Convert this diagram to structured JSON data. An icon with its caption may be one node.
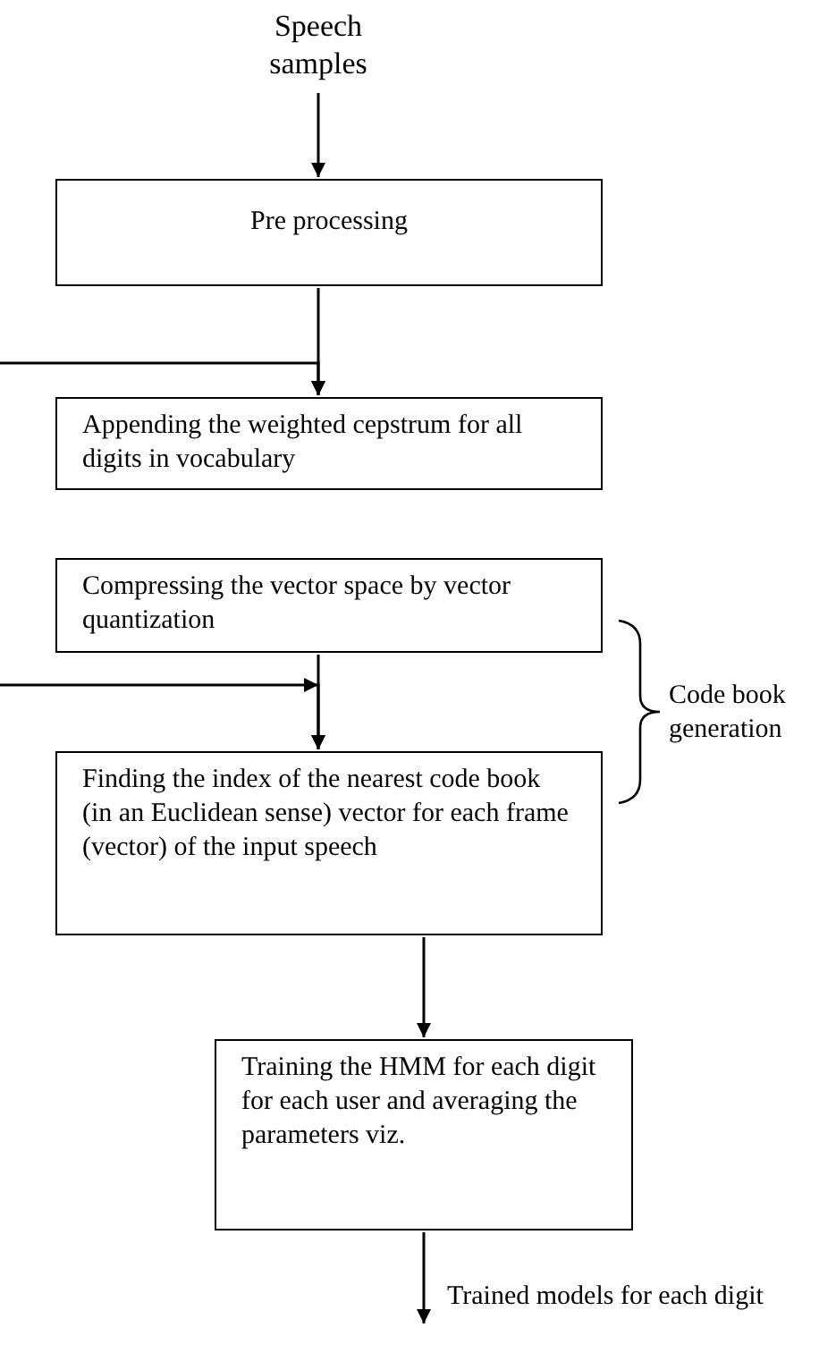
{
  "diagram": {
    "nodes": [
      {
        "text": [
          "Speech samples"
        ]
      },
      {
        "text": [
          "Pre processing"
        ]
      },
      {
        "text": [
          "Appending the weighted cepstrum for all digits in vocabulary"
        ]
      },
      {
        "text": [
          "Compressing the vector space by vector quantization"
        ]
      },
      {
        "text": [
          "Finding the index of the nearest code book (in an Euclidean sense) vector for each frame (vector) of the input speech"
        ]
      },
      {
        "text": [
          "Training the HMM for each digit for each user and averaging the parameters viz."
        ]
      }
    ],
    "edges": [
      {
        "from": 0,
        "to": 1,
        "arrow": "to"
      },
      {
        "from": 1,
        "to": 2,
        "arrow": "to"
      },
      {
        "from": null,
        "to": 2,
        "arrow": "to"
      },
      {
        "from": 3,
        "to": 4,
        "arrow": "to"
      },
      {
        "from": null,
        "to": 4,
        "arrow": "to"
      },
      {
        "from": 4,
        "to": 5,
        "arrow": "to"
      },
      {
        "from": 5,
        "to": null,
        "arrow": "to",
        "label": "Trained models for each digit"
      }
    ],
    "labels": [
      "Code book generation"
    ]
  }
}
